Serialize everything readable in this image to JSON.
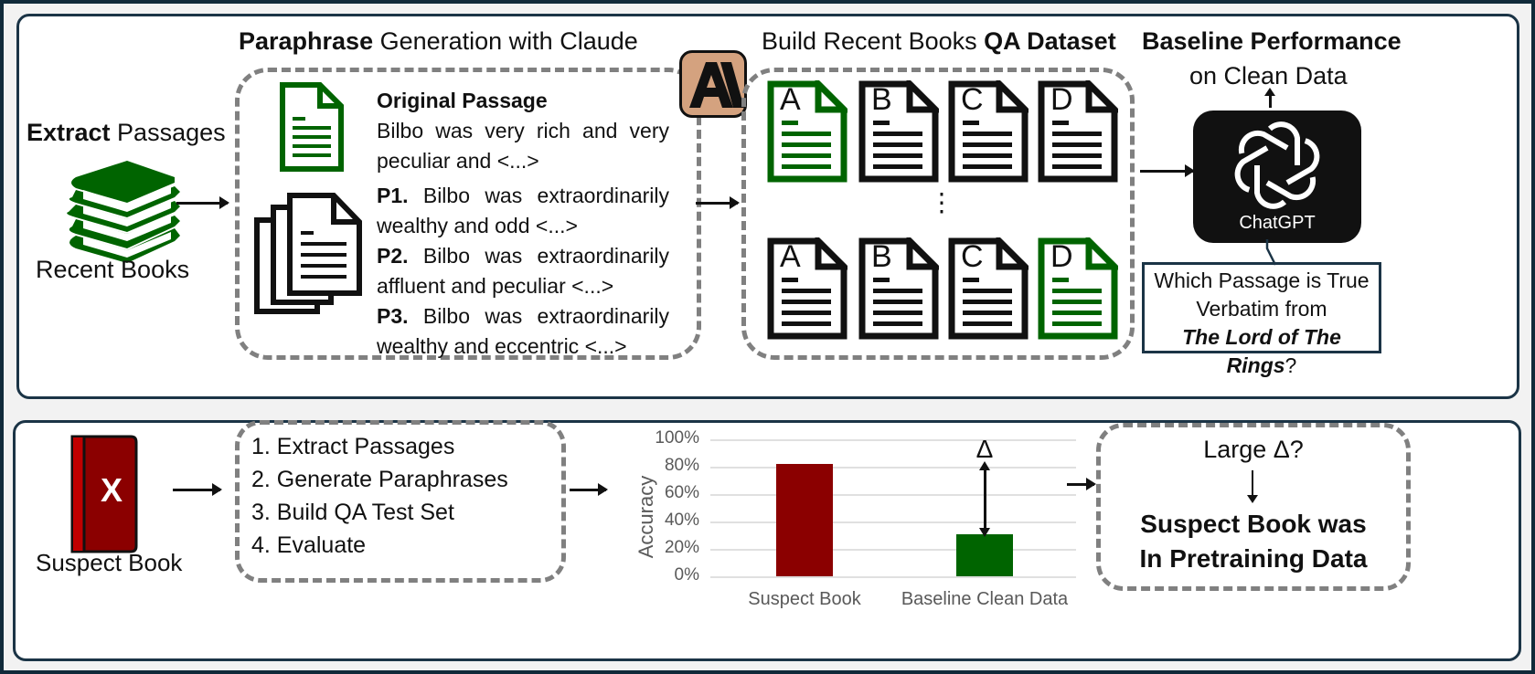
{
  "colors": {
    "green": "#006400",
    "dark_red": "#8b0000",
    "bright_red": "#c00000",
    "claude_tan": "#d4a27f",
    "border_navy": "#1b3446",
    "dash_gray": "#808080"
  },
  "top_panel": {
    "extract": {
      "title_bold": "Extract",
      "title_rest": " Passages",
      "icon": "book-stack-icon",
      "caption": "Recent Books"
    },
    "paraphrase": {
      "title_bold": "Paraphrase",
      "title_rest": " Generation with Claude",
      "logo_icon": "anthropic-logo-icon",
      "logo_text": "A\\",
      "original_heading": "Original Passage",
      "original_text": "Bilbo was very rich and very peculiar and <...>",
      "paraphrases": [
        {
          "label": "P1.",
          "text": " Bilbo was extraordinarily wealthy and odd <...>"
        },
        {
          "label": "P2.",
          "text": " Bilbo was extraordinarily affluent and peculiar <...>"
        },
        {
          "label": "P3.",
          "text": " Bilbo was extraordinarily wealthy and eccentric <...>"
        }
      ]
    },
    "dataset": {
      "title_rest": "Build Recent Books ",
      "title_bold": "QA Dataset",
      "rows": [
        {
          "docs": [
            {
              "letter": "A",
              "correct": true
            },
            {
              "letter": "B",
              "correct": false
            },
            {
              "letter": "C",
              "correct": false
            },
            {
              "letter": "D",
              "correct": false
            }
          ]
        },
        {
          "docs": [
            {
              "letter": "A",
              "correct": false
            },
            {
              "letter": "B",
              "correct": false
            },
            {
              "letter": "C",
              "correct": false
            },
            {
              "letter": "D",
              "correct": true
            }
          ]
        }
      ],
      "ellipsis": "⋮"
    },
    "baseline": {
      "title_bold": "Baseline Performance",
      "subtitle": "on Clean Data",
      "model_icon": "openai-logo-icon",
      "model_name": "ChatGPT",
      "question_line1": "Which Passage is True",
      "question_line2": "Verbatim from",
      "question_book": "The Lord of The Rings",
      "question_mark": "?"
    }
  },
  "bottom_panel": {
    "suspect": {
      "icon": "suspect-book-icon",
      "icon_letter": "X",
      "caption": "Suspect Book"
    },
    "steps": [
      "1. Extract Passages",
      "2. Generate Paraphrases",
      "3. Build QA Test Set",
      "4. Evaluate"
    ],
    "result": {
      "question": "Large Δ?",
      "conclusion_line1": "Suspect Book was",
      "conclusion_line2": "In Pretraining Data"
    },
    "delta_label": "Δ"
  },
  "chart_data": {
    "type": "bar",
    "title": "",
    "categories": [
      "Suspect Book",
      "Baseline Clean Data"
    ],
    "values": [
      82,
      31
    ],
    "colors": [
      "#8b0000",
      "#006400"
    ],
    "xlabel": "",
    "ylabel": "Accuracy",
    "ylim": [
      0,
      100
    ],
    "yticks": [
      "0%",
      "20%",
      "40%",
      "60%",
      "80%",
      "100%"
    ],
    "grid": true,
    "legend": null,
    "annotations": [
      {
        "text": "Δ",
        "type": "double-arrow",
        "between": [
          31,
          82
        ],
        "category": "Baseline Clean Data"
      }
    ]
  }
}
